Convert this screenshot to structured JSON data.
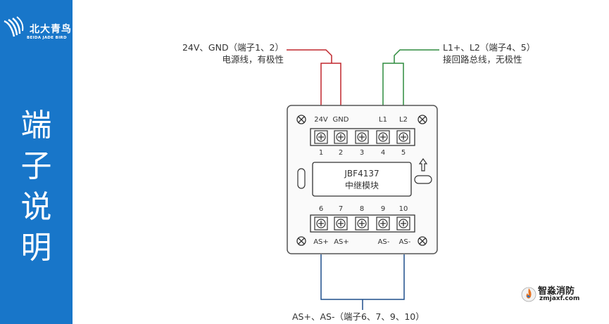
{
  "brand": {
    "name_cn": "北大青鸟",
    "name_en": "BEIDA JADE BIRD"
  },
  "side_title": [
    "端",
    "子",
    "说",
    "明"
  ],
  "callouts": {
    "power_line1": "24V、GND（端子1、2）",
    "power_line2": "电源线，有极性",
    "loop_line1": "L1+、L2（端子4、5）",
    "loop_line2": "接回路总线，无极性",
    "bus_line1": "AS+、AS-（端子6、7、9、10）"
  },
  "module": {
    "model": "JBF4137",
    "name": "中继模块",
    "top_labels": [
      "24V",
      "GND",
      "",
      "L1",
      "L2"
    ],
    "top_numbers": [
      "1",
      "2",
      "3",
      "4",
      "5"
    ],
    "bottom_numbers": [
      "6",
      "7",
      "8",
      "9",
      "10"
    ],
    "bottom_labels": [
      "AS+",
      "AS+",
      "",
      "AS-",
      "AS-"
    ]
  },
  "watermark": {
    "name_cn": "智淼消防",
    "url": "zmjaxf.com"
  },
  "colors": {
    "sidebar": "#1876c9",
    "power_wire": "#c0272d",
    "loop_wire": "#2e8b3e",
    "bus_wire": "#1f4e8c"
  }
}
